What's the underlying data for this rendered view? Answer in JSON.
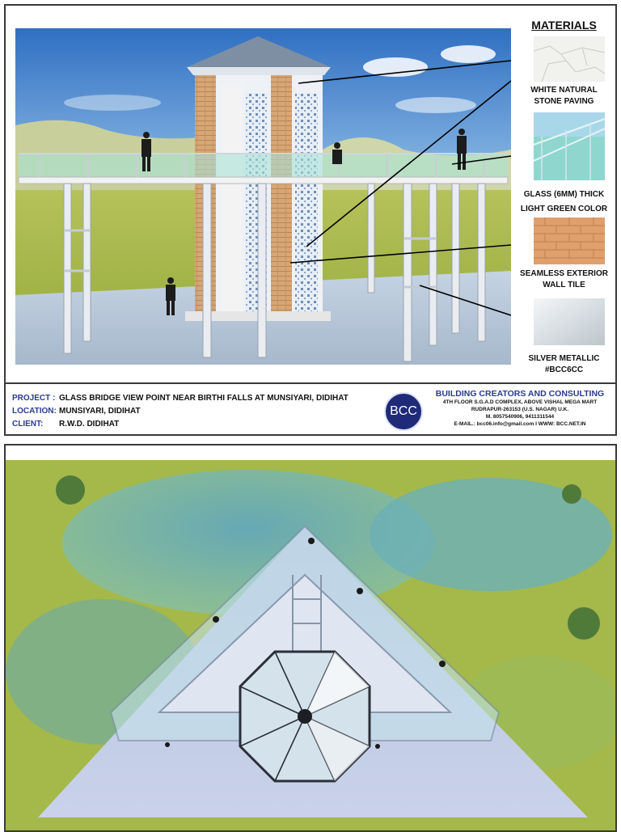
{
  "materials": {
    "title": "MATERIALS",
    "items": [
      {
        "label_1": "WHITE NATURAL",
        "label_2": "STONE PAVING"
      },
      {
        "label_1": "GLASS (6MM) THICK",
        "label_2": "LIGHT GREEN COLOR"
      },
      {
        "label_1": "SEAMLESS EXTERIOR",
        "label_2": "WALL TILE"
      },
      {
        "label_1": "SILVER METALLIC",
        "label_2": "#BCC6CC"
      }
    ]
  },
  "title_block": {
    "project_key": "PROJECT :",
    "project": "GLASS BRIDGE VIEW POINT NEAR BIRTHI FALLS AT MUNSIYARI, DIDIHAT",
    "location_key": "LOCATION:",
    "location": "MUNSIYARI, DIDIHAT",
    "client_key": "CLIENT:",
    "client": "R.W.D. DIDIHAT"
  },
  "firm": {
    "logo": "BCC",
    "name": "BUILDING CREATORS AND CONSULTING",
    "address_1": "4TH FLOOR S.G.A.D COMPLEX, ABOVE VISHAL MEGA MART",
    "address_2": "RUDRAPUR-263153 (U.S. NAGAR) U.K.",
    "phone": "M. 8057540906, 9411311544",
    "contact": "E-MAIL.: bcc06.info@gmail.com  I  WWW: BCC.NET.IN"
  },
  "colors": {
    "frame": "#3a3a3a",
    "label_blue": "#2b3a8f",
    "logo_bg": "#1f2a78",
    "silver_metallic": "#BCC6CC"
  }
}
